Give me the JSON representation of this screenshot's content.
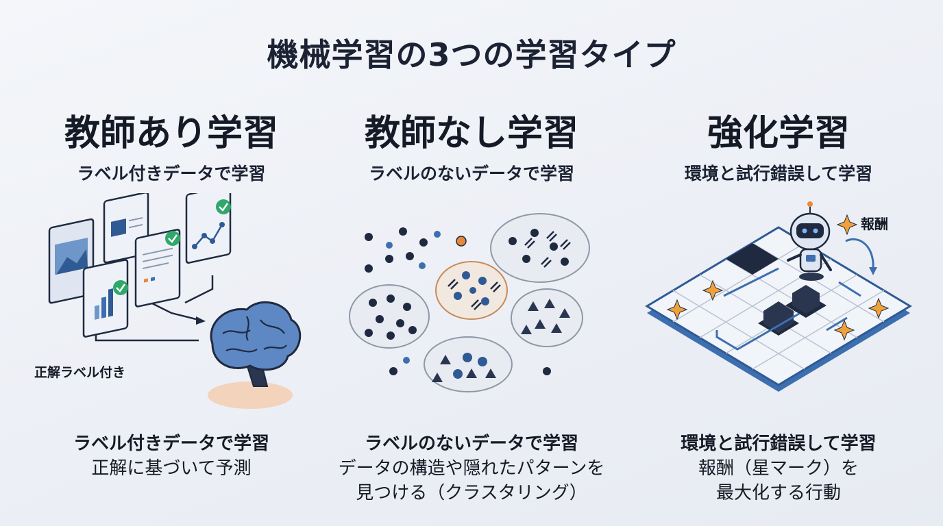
{
  "title": "機械学習の3つの学習タイプ",
  "columns": [
    {
      "title": "教師あり学習",
      "subtitle": "ラベル付きデータで学習",
      "illustration_label": "正解ラベル付き",
      "desc": [
        "ラベル付きデータで学習",
        "正解に基づいて予測"
      ]
    },
    {
      "title": "教師なし学習",
      "subtitle": "ラベルのないデータで学習",
      "desc": [
        "ラベルのないデータで学習",
        "データの構造や隠れたパターンを",
        "見つける（クラスタリング）"
      ]
    },
    {
      "title": "強化学習",
      "subtitle": "環境と試行錯誤して学習",
      "illustration_label": "報酬",
      "desc": [
        "環境と試行錯誤して学習",
        "報酬（星マーク）を",
        "最大化する行動"
      ]
    }
  ],
  "colors": {
    "navy": "#1f2a40",
    "blue": "#3d6fb0",
    "orange": "#e8893a",
    "green": "#2fa86a",
    "star": "#f0a23a"
  }
}
